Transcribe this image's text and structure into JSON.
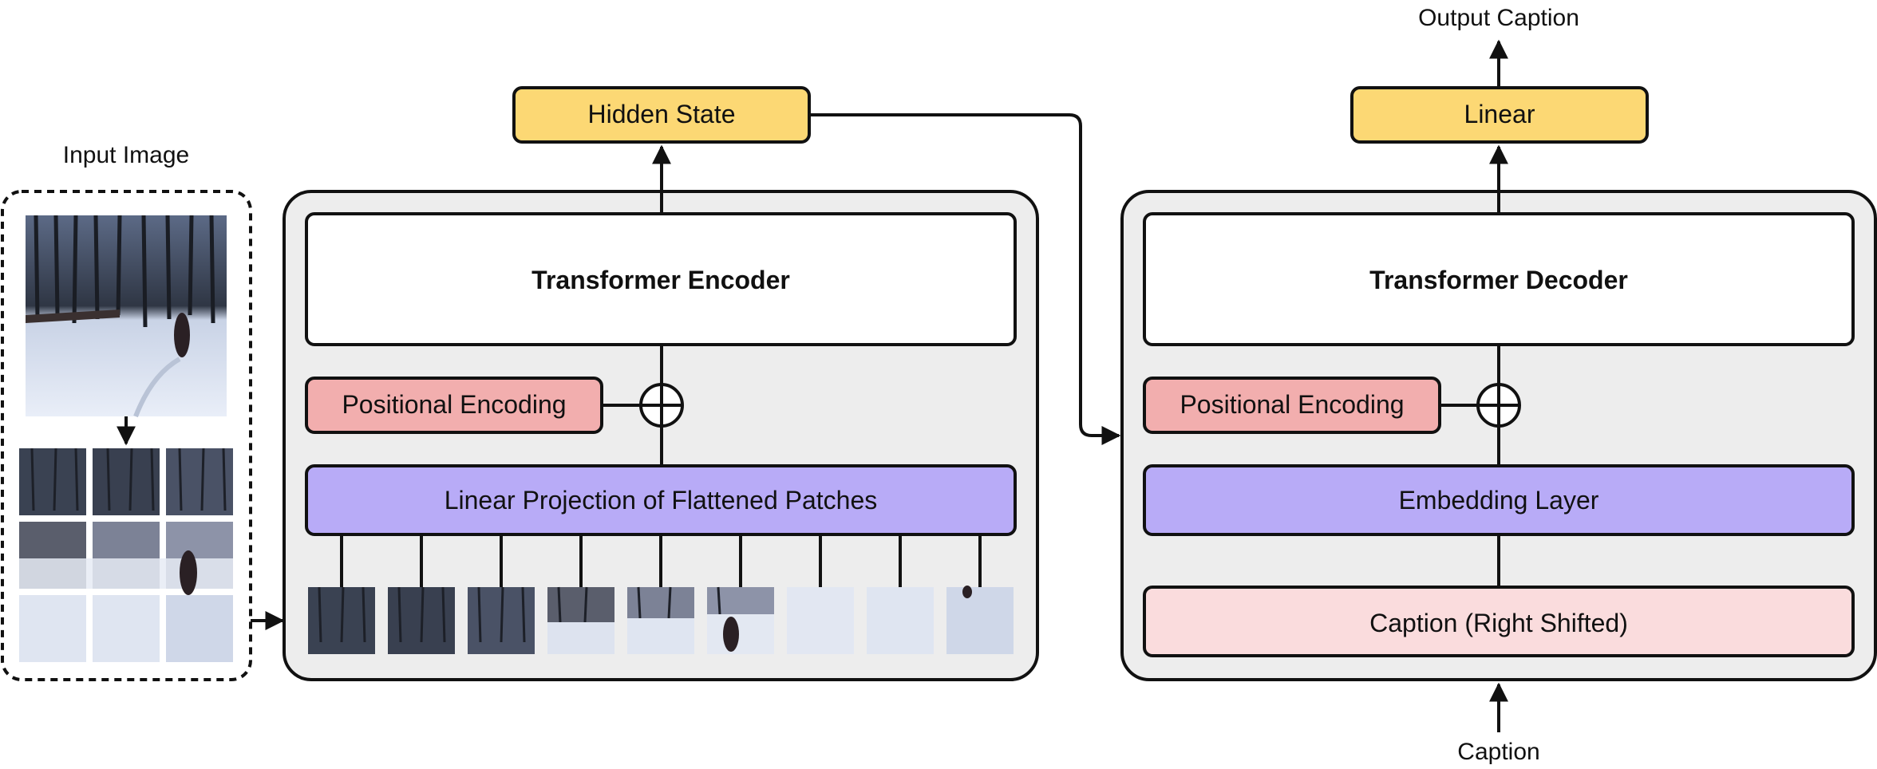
{
  "input_image": {
    "title": "Input Image"
  },
  "encoder": {
    "hidden_state": "Hidden State",
    "transformer": "Transformer Encoder",
    "positional": "Positional Encoding",
    "projection": "Linear Projection of Flattened Patches"
  },
  "decoder": {
    "output_caption": "Output Caption",
    "linear": "Linear",
    "transformer": "Transformer Decoder",
    "positional": "Positional Encoding",
    "embedding": "Embedding Layer",
    "caption_shifted": "Caption (Right Shifted)",
    "caption_input": "Caption"
  },
  "colors": {
    "yellow": "#FCD874",
    "pink": "#F2AEAE",
    "purple": "#B8ABF7",
    "light_pink": "#FADCDD",
    "panel_gray": "#EDEDED",
    "stroke": "#111111"
  }
}
